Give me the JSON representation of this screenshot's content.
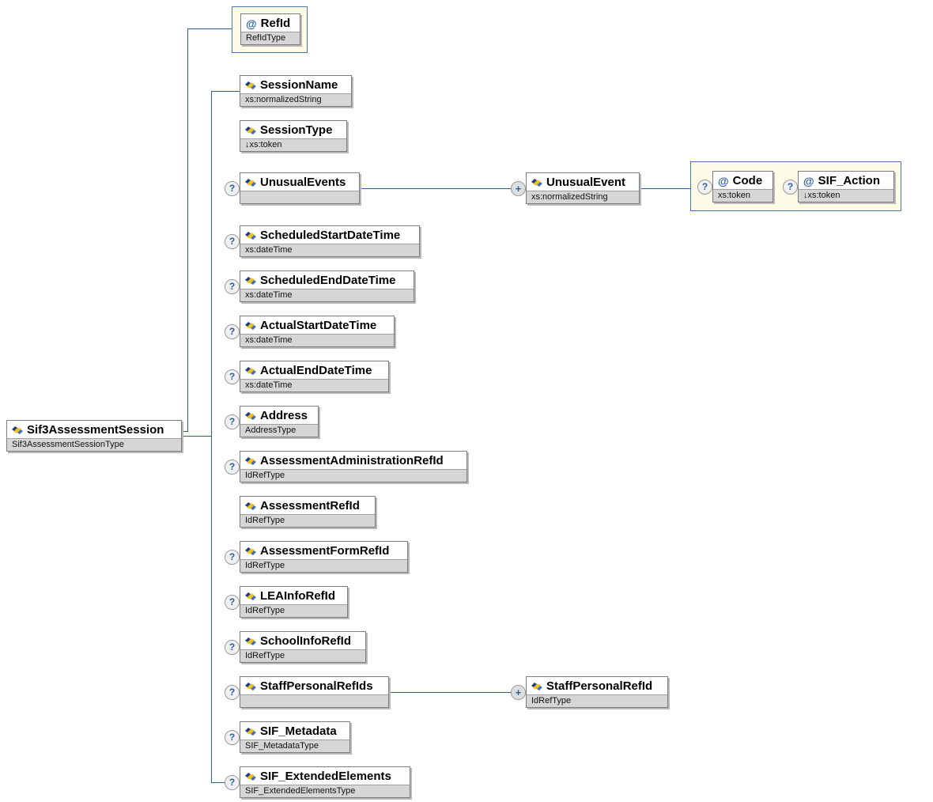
{
  "diagram": {
    "root": {
      "name": "Sif3AssessmentSession",
      "type": "Sif3AssessmentSessionType"
    },
    "attribute": {
      "prefix": "@",
      "name": "RefId",
      "type": "RefIdType"
    },
    "children": [
      {
        "name": "SessionName",
        "type": "xs:normalizedString",
        "optional": false
      },
      {
        "name": "SessionType",
        "type": "↓xs:token",
        "optional": false
      },
      {
        "name": "UnusualEvents",
        "type": "",
        "optional": true
      },
      {
        "name": "ScheduledStartDateTime",
        "type": "xs:dateTime",
        "optional": true
      },
      {
        "name": "ScheduledEndDateTime",
        "type": "xs:dateTime",
        "optional": true
      },
      {
        "name": "ActualStartDateTime",
        "type": "xs:dateTime",
        "optional": true
      },
      {
        "name": "ActualEndDateTime",
        "type": "xs:dateTime",
        "optional": true
      },
      {
        "name": "Address",
        "type": "AddressType",
        "optional": true
      },
      {
        "name": "AssessmentAdministrationRefId",
        "type": "IdRefType",
        "optional": true
      },
      {
        "name": "AssessmentRefId",
        "type": "IdRefType",
        "optional": false
      },
      {
        "name": "AssessmentFormRefId",
        "type": "IdRefType",
        "optional": true
      },
      {
        "name": "LEAInfoRefId",
        "type": "IdRefType",
        "optional": true
      },
      {
        "name": "SchoolInfoRefId",
        "type": "IdRefType",
        "optional": true
      },
      {
        "name": "StaffPersonalRefIds",
        "type": "",
        "optional": true
      },
      {
        "name": "SIF_Metadata",
        "type": "SIF_MetadataType",
        "optional": true
      },
      {
        "name": "SIF_ExtendedElements",
        "type": "SIF_ExtendedElementsType",
        "optional": true
      }
    ],
    "unusual_event": {
      "name": "UnusualEvent",
      "type": "xs:normalizedString"
    },
    "unusual_event_attributes": [
      {
        "prefix": "@",
        "name": "Code",
        "type": "xs:token",
        "optional": true
      },
      {
        "prefix": "@",
        "name": "SIF_Action",
        "type": "↓xs:token",
        "optional": true
      }
    ],
    "staff_personal_ref": {
      "name": "StaffPersonalRefId",
      "type": "IdRefType"
    },
    "badges": {
      "optional": "?",
      "repeat": "+"
    },
    "icons": {
      "element": "element-icon",
      "attribute": "at-sign-icon",
      "optional": "question-badge",
      "repeat": "plus-badge"
    },
    "colors": {
      "line": "#2e6093",
      "group_background": "#fffbe9",
      "group_border": "#4c79ab",
      "type_strip": "#d6d6d6",
      "badge_text": "#2b5fa0",
      "icon_yellow": "#f2c218",
      "icon_blue_dark": "#1f3e78",
      "icon_blue": "#3f6fb4"
    }
  }
}
